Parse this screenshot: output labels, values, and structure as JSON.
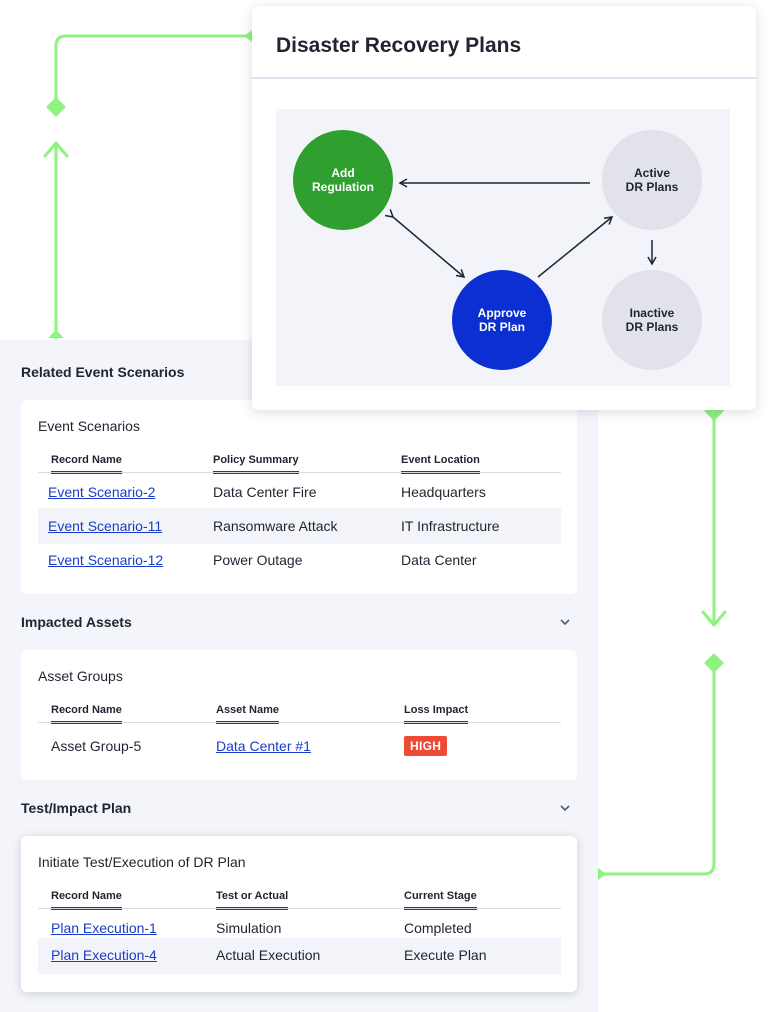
{
  "dr_card": {
    "title": "Disaster Recovery Plans",
    "nodes": {
      "add_regulation": {
        "line1": "Add",
        "line2": "Regulation"
      },
      "active": {
        "line1": "Active",
        "line2": "DR Plans"
      },
      "approve": {
        "line1": "Approve",
        "line2": "DR Plan"
      },
      "inactive": {
        "line1": "Inactive",
        "line2": "DR Plans"
      }
    }
  },
  "related": {
    "title": "Related Event Scenarios",
    "card_title": "Event Scenarios",
    "headers": [
      "Record Name",
      "Policy Summary",
      "Event Location"
    ],
    "rows": [
      {
        "record": "Event Scenario-2",
        "summary": "Data Center Fire",
        "location": "Headquarters"
      },
      {
        "record": "Event Scenario-11",
        "summary": "Ransomware Attack",
        "location": "IT Infrastructure"
      },
      {
        "record": "Event Scenario-12",
        "summary": "Power Outage",
        "location": "Data Center"
      }
    ]
  },
  "impacted": {
    "title": "Impacted Assets",
    "card_title": "Asset Groups",
    "headers": [
      "Record Name",
      "Asset Name",
      "Loss Impact"
    ],
    "rows": [
      {
        "record": "Asset Group-5",
        "asset": "Data Center #1",
        "impact": "HIGH"
      }
    ]
  },
  "test_plan": {
    "title": "Test/Impact Plan",
    "card_title": "Initiate Test/Execution of DR Plan",
    "headers": [
      "Record Name",
      "Test or Actual",
      "Current Stage"
    ],
    "rows": [
      {
        "record": "Plan Execution-1",
        "type": "Simulation",
        "stage": "Completed"
      },
      {
        "record": "Plan Execution-4",
        "type": "Actual Execution",
        "stage": "Execute Plan"
      }
    ]
  },
  "colors": {
    "connector": "#8ef27e",
    "accent_blue": "#1a2fd8",
    "add_green": "#2fa02f",
    "approve_blue": "#0b2fd1",
    "high_badge": "#ee4a35"
  }
}
